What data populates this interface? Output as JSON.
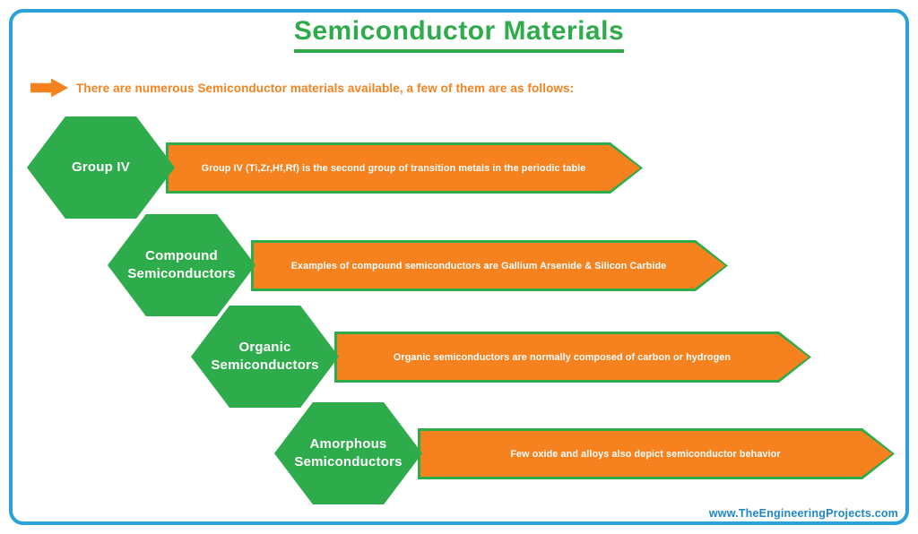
{
  "title": "Semiconductor Materials",
  "intro": {
    "text": "There are numerous Semiconductor materials available, a few of them are as follows:"
  },
  "rows": [
    {
      "label": "Group IV",
      "description": "Group IV (Ti,Zr,Hf,Rf) is the second group of transition metals in the periodic table"
    },
    {
      "label": "Compound Semiconductors",
      "description": "Examples of compound semiconductors are Gallium Arsenide & Silicon Carbide"
    },
    {
      "label": "Organic Semiconductors",
      "description": "Organic semiconductors are normally composed of carbon or hydrogen"
    },
    {
      "label": "Amorphous Semiconductors",
      "description": "Few oxide and alloys also depict semiconductor behavior"
    }
  ],
  "footer": {
    "website": "www.TheEngineeringProjects.com"
  },
  "colors": {
    "green": "#2eab4a",
    "orange": "#f5821f",
    "border_blue": "#2ba2d8",
    "link_blue": "#1e86c5",
    "white": "#ffffff"
  }
}
